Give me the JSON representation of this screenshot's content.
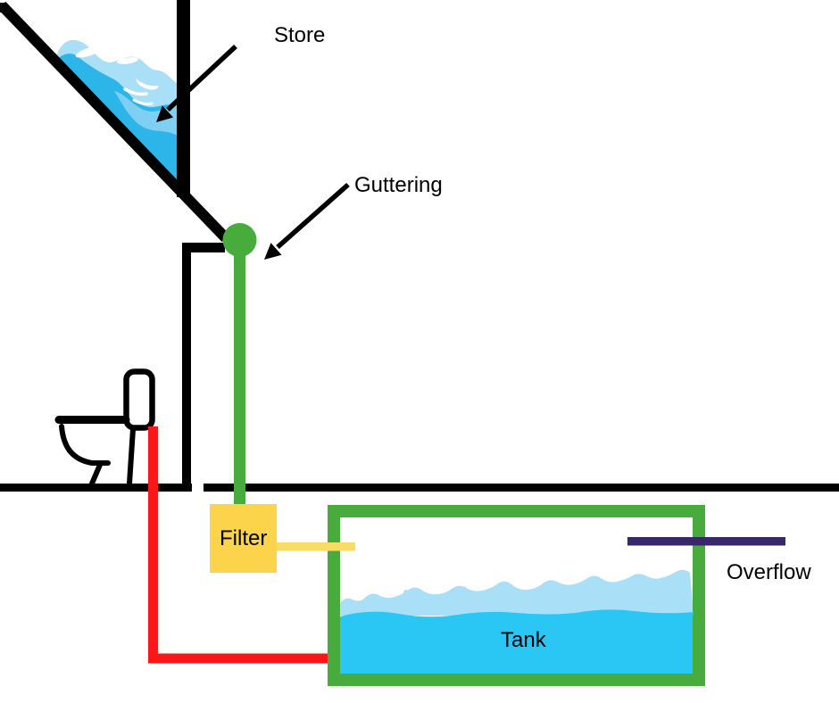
{
  "labels": {
    "store": "Store",
    "guttering": "Guttering",
    "filter": "Filter",
    "tank": "Tank",
    "overflow": "Overflow"
  },
  "colors": {
    "pipe_green": "#47AC3B",
    "roof_water_cyan": "#2BB5E9",
    "tank_water_cyan": "#2BC7F4",
    "water_light": "#A9DFF7",
    "water_mid": "#7ECFF2",
    "filter_yellow": "#FBD44C",
    "pipe_yellow": "#F9DC63",
    "pipe_red": "#FB1717",
    "overflow_navy": "#38276B",
    "line_black": "#000000"
  }
}
